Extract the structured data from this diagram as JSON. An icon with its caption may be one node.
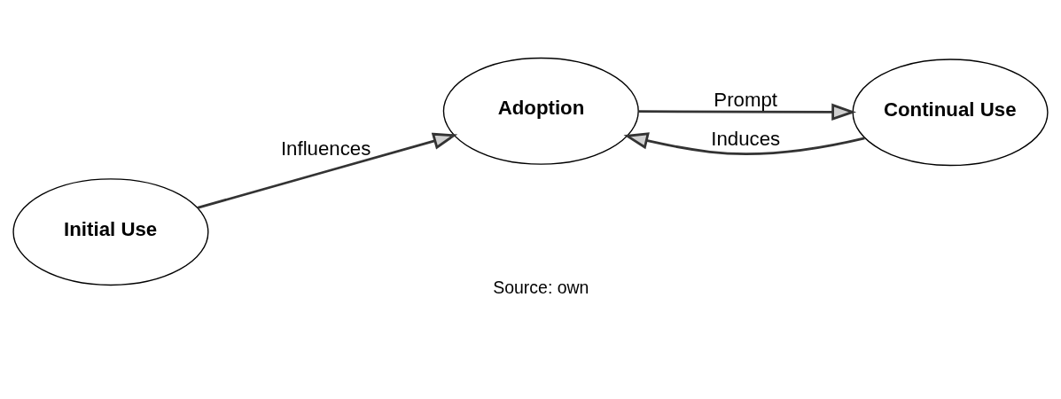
{
  "diagram": {
    "nodes": [
      {
        "text": [
          "Initial Use"
        ]
      },
      {
        "text": [
          "Adoption"
        ]
      },
      {
        "text": [
          "Continual Use"
        ]
      }
    ],
    "edges": [
      {
        "from": 0,
        "to": 1,
        "arrow": "to",
        "label": "Influences"
      },
      {
        "from": 1,
        "to": 2,
        "arrow": "to",
        "label": "Prompt"
      },
      {
        "from": 2,
        "to": 1,
        "arrow": "to",
        "label": "Induces"
      }
    ],
    "labels": [
      "Source: own"
    ]
  }
}
